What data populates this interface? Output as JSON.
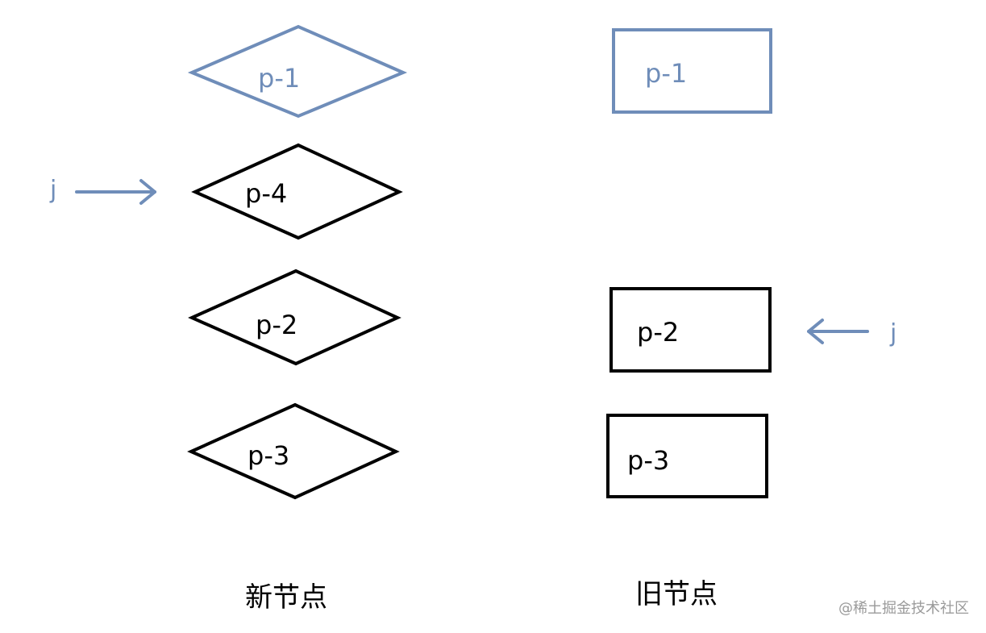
{
  "colors": {
    "highlight": "#6f8db9",
    "normal": "#000000"
  },
  "new_nodes": [
    {
      "label": "p-1",
      "style": "highlight"
    },
    {
      "label": "p-4",
      "style": "normal"
    },
    {
      "label": "p-2",
      "style": "normal"
    },
    {
      "label": "p-3",
      "style": "normal"
    }
  ],
  "old_nodes": [
    {
      "label": "p-1",
      "style": "highlight"
    },
    {
      "label": "p-2",
      "style": "normal"
    },
    {
      "label": "p-3",
      "style": "normal"
    }
  ],
  "pointers": {
    "new_j": "j",
    "old_j": "j"
  },
  "labels": {
    "new": "新节点",
    "old": "旧节点"
  },
  "watermark": "@稀土掘金技术社区"
}
